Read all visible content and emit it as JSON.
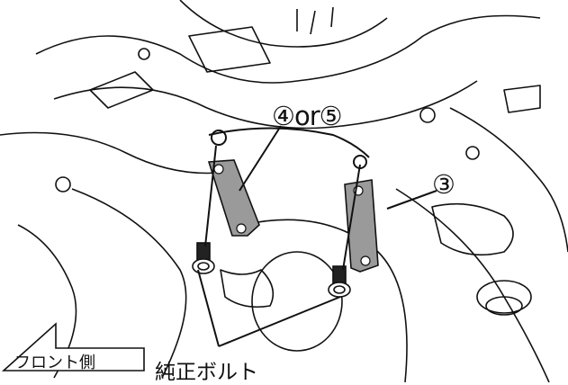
{
  "labels": {
    "part_4_or_5": "④or⑤",
    "part_3": "③",
    "oem_bolt": "純正ボルト",
    "front_side": "フロント側"
  },
  "colors": {
    "line": "#111111",
    "part_fill": "#9a9a9a",
    "background": "#ffffff"
  }
}
